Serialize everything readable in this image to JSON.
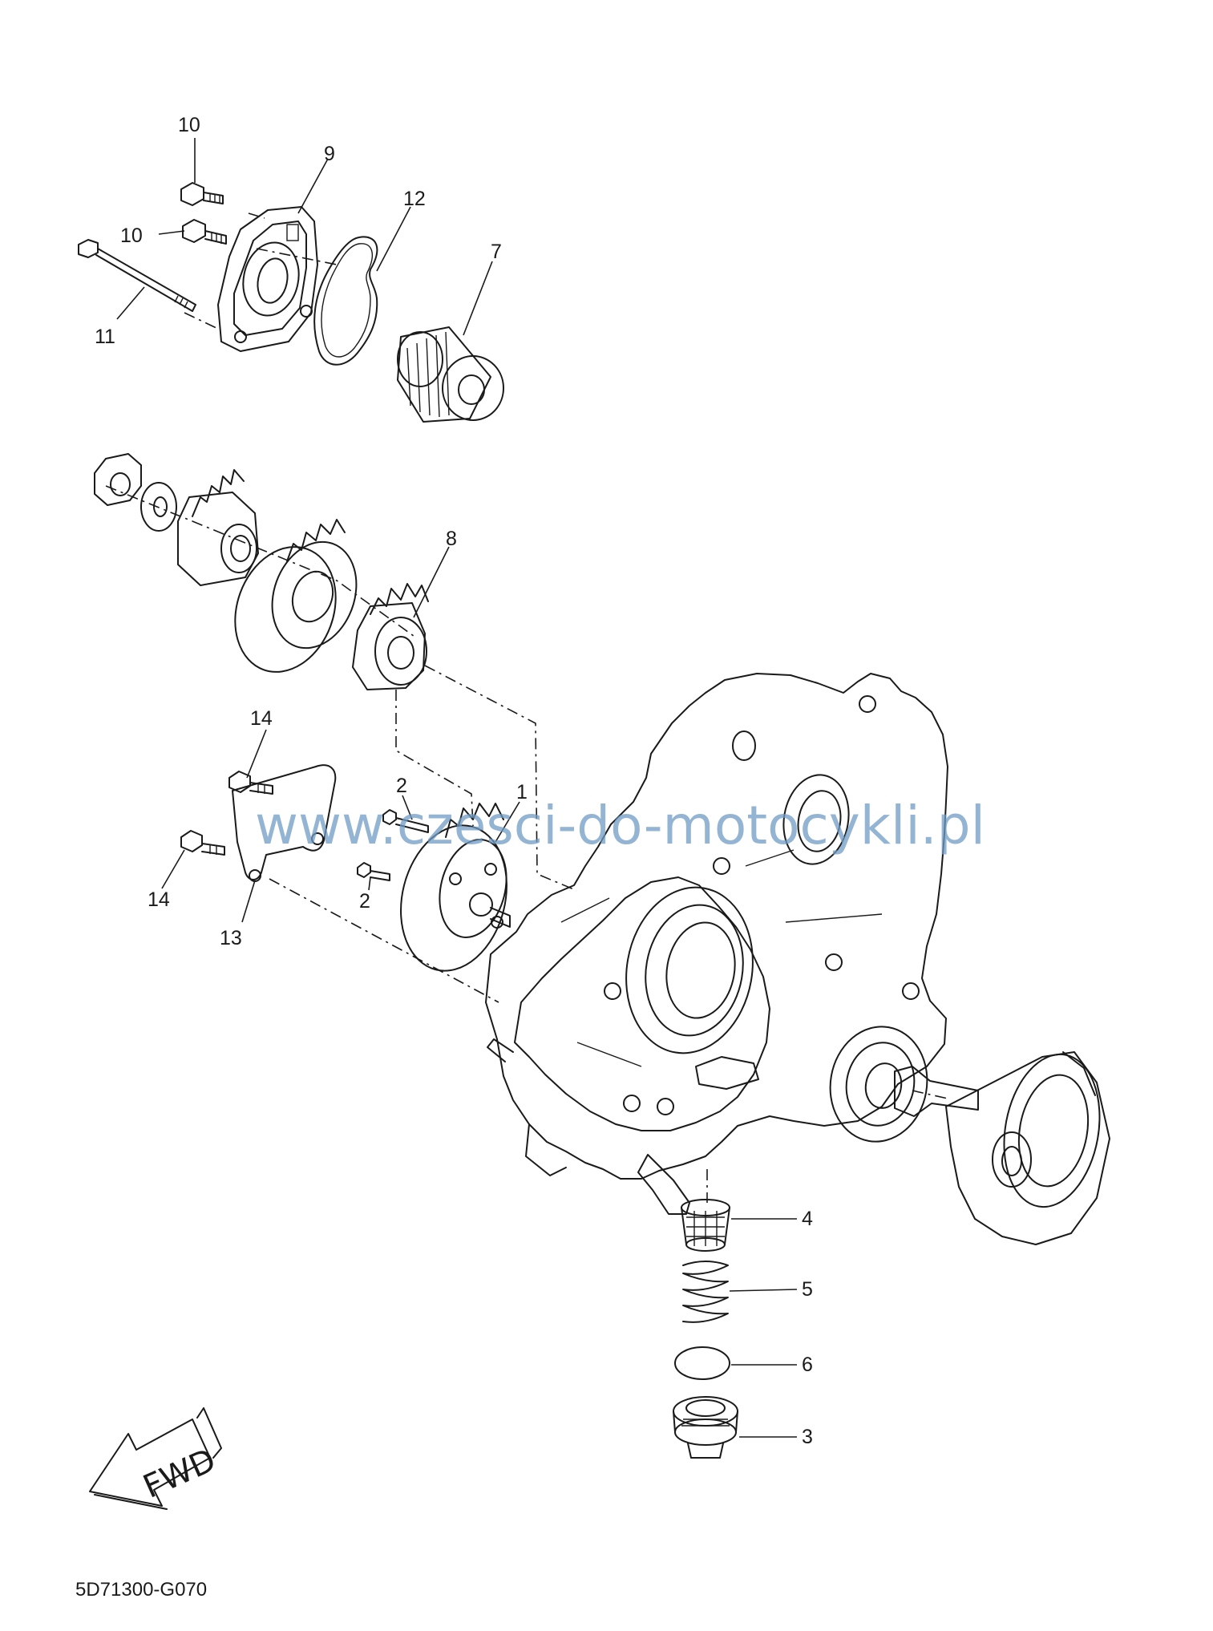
{
  "diagram": {
    "code": "5D71300-G070",
    "watermark": "www.czesci-do-motocykli.pl",
    "direction_arrow_text": "FWD",
    "callouts": [
      "1",
      "2",
      "2",
      "3",
      "4",
      "5",
      "6",
      "7",
      "8",
      "9",
      "10",
      "10",
      "11",
      "12",
      "13",
      "14",
      "14"
    ]
  }
}
